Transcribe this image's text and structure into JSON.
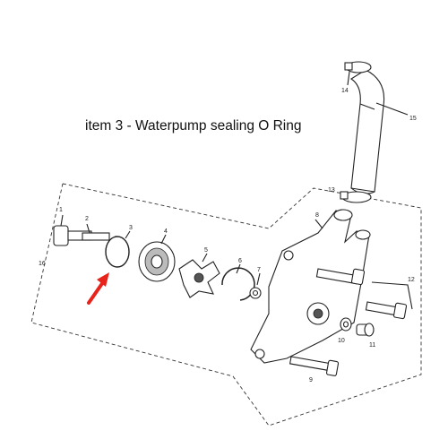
{
  "caption": "item 3 - Waterpump sealing O Ring",
  "callouts": {
    "c1": "1",
    "c2": "2",
    "c3": "3",
    "c4": "4",
    "c5": "5",
    "c6": "6",
    "c7": "7",
    "c8": "8",
    "c9": "9",
    "c10": "10",
    "c11": "11",
    "c12": "12",
    "c13": "13",
    "c14": "14",
    "c15": "15",
    "c16": "16"
  },
  "colors": {
    "pointer_arrow": "#e8231b",
    "line_art": "#222222"
  }
}
